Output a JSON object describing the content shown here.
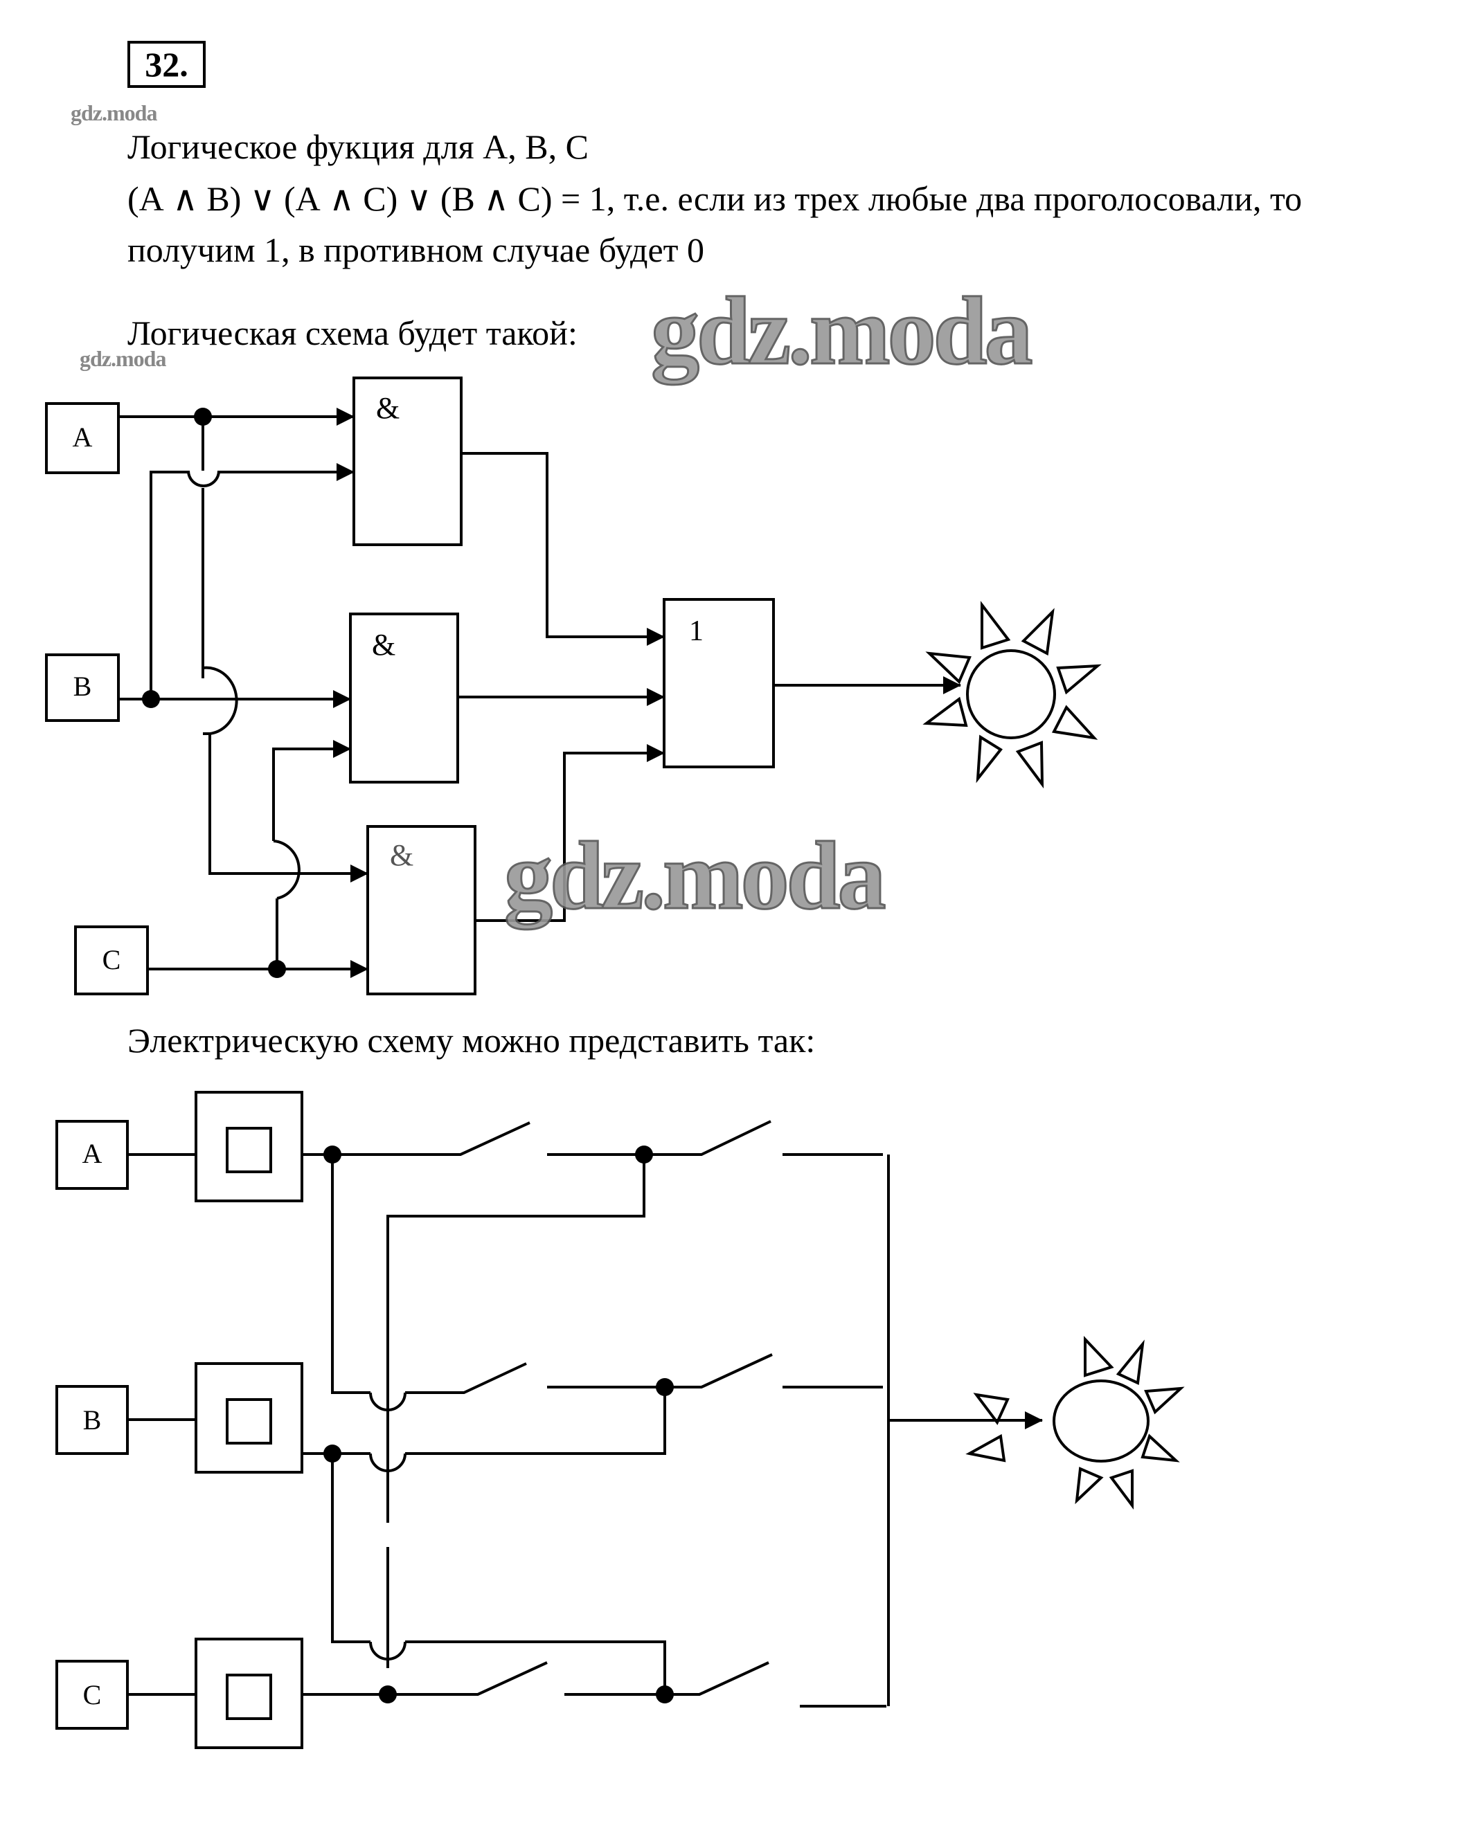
{
  "problem_number": "32.",
  "paragraphs": [
    "Логическое фукция для А, В, С",
    "(А ∧ В) ∨ (А ∧ С) ∨ (В ∧ С) = 1, т.е. если из трех любые два проголосовали, то",
    "получим 1, в противном случае будет 0",
    "Логическая схема будет такой:",
    "Электрическую схему можно представить так:"
  ],
  "watermark": "gdz.moda",
  "logic_diagram": {
    "inputs": [
      "A",
      "B",
      "C"
    ],
    "and_gates": [
      {
        "label": "&",
        "inputs": [
          "A",
          "B"
        ]
      },
      {
        "label": "&",
        "inputs": [
          "B",
          "C"
        ]
      },
      {
        "label": "&",
        "inputs": [
          "A",
          "C"
        ]
      }
    ],
    "or_gate": {
      "label": "1",
      "inputs": [
        "AND1",
        "AND2",
        "AND3"
      ]
    },
    "output": "lamp"
  },
  "electric_diagram": {
    "inputs": [
      "A",
      "B",
      "C"
    ],
    "branches": [
      [
        "A",
        "B"
      ],
      [
        "B",
        "C"
      ],
      [
        "A",
        "C"
      ]
    ],
    "output": "lamp"
  }
}
